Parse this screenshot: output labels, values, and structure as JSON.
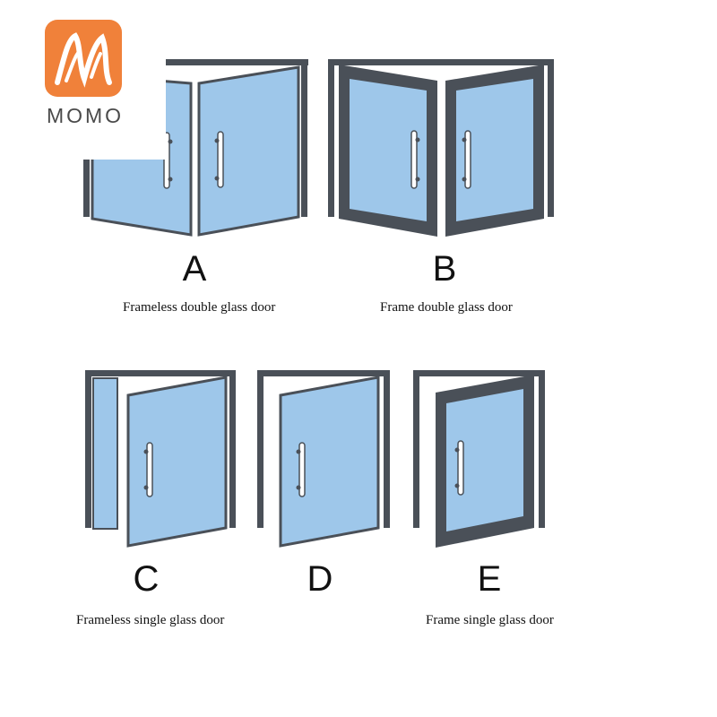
{
  "logo": {
    "text": "MOMO",
    "brand_color": "#f0813a"
  },
  "doors": [
    {
      "letter": "A",
      "caption": "Frameless double glass door"
    },
    {
      "letter": "B",
      "caption": "Frame double glass door"
    },
    {
      "letter": "C",
      "caption": "Frameless single glass door"
    },
    {
      "letter": "D",
      "caption": ""
    },
    {
      "letter": "E",
      "caption": "Frame single glass door"
    }
  ],
  "colors": {
    "glass": "#9ec7ea",
    "frame": "#4a5058",
    "handle": "#ffffff"
  }
}
